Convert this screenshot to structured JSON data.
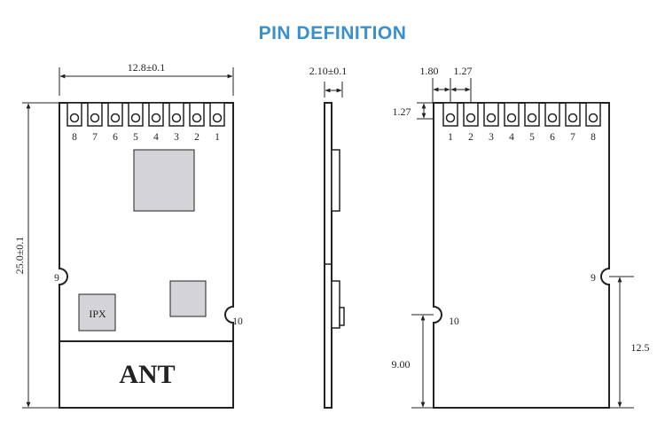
{
  "title": "PIN DEFINITION",
  "colors": {
    "title": "#3a8fd1",
    "chip": "#d3d3d8",
    "outline": "#222222"
  },
  "front_view": {
    "width_label": "12.8±0.1",
    "height_label": "25.0±0.1",
    "pins": [
      "8",
      "7",
      "6",
      "5",
      "4",
      "3",
      "2",
      "1"
    ],
    "pin9_label": "9",
    "pin10_label": "10",
    "connector_label": "IPX",
    "antenna_label": "ANT"
  },
  "side_view": {
    "thickness_label": "2.10±0.1"
  },
  "back_view": {
    "pitch_edge_label": "1.80",
    "pitch_label": "1.27",
    "row_offset_label": "1.27",
    "pins": [
      "1",
      "2",
      "3",
      "4",
      "5",
      "6",
      "7",
      "8"
    ],
    "pin9_label": "9",
    "pin10_label": "10",
    "pin10_height_label": "9.00",
    "pin9_height_label": "12.5"
  }
}
